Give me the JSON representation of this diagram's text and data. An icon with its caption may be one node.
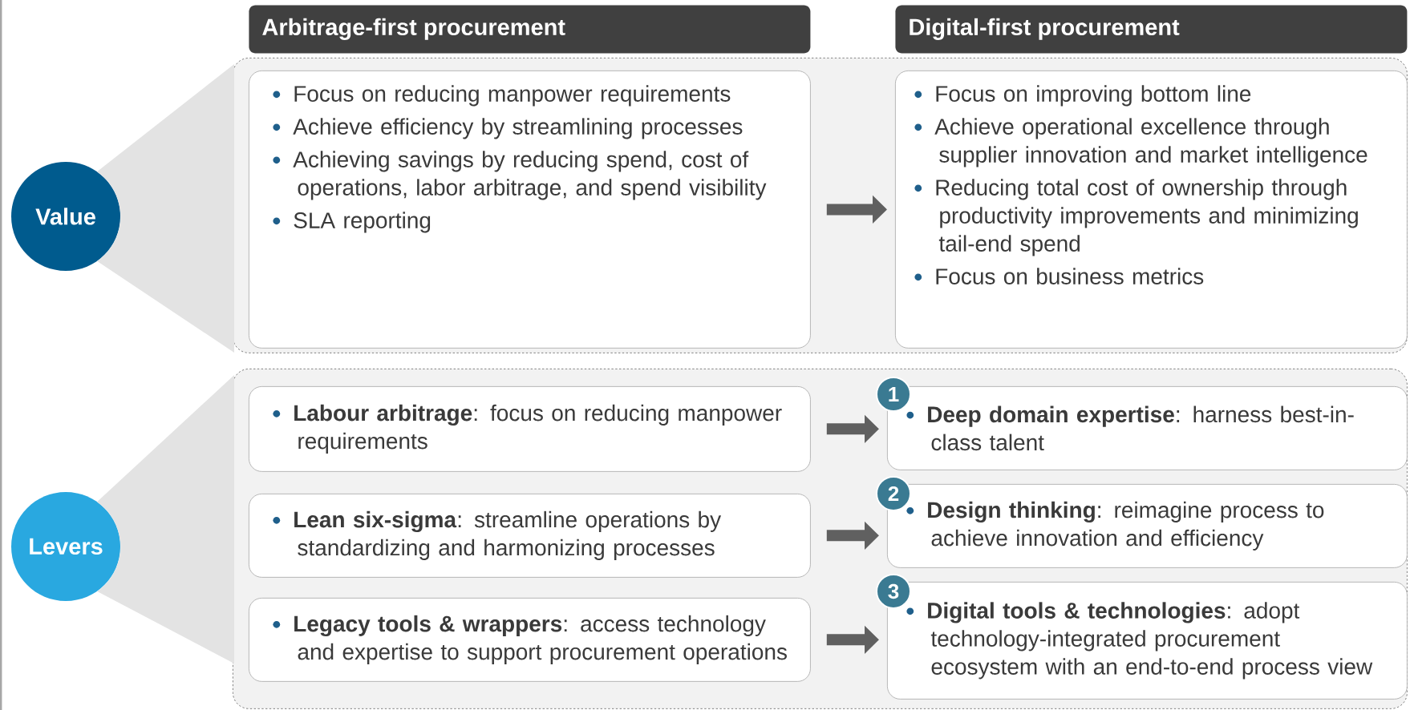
{
  "diagram": {
    "nodes": [
      {
        "text": [
          "Arbitrage-first procurement"
        ]
      },
      {
        "text": [
          "Digital-first procurement"
        ]
      },
      {
        "text": [
          "Value"
        ]
      },
      {
        "text": [],
        "shape": "box"
      },
      {
        "text": [
          "Focus on reducing manpower requirements",
          "Achieve efficiency by streamlining processes",
          "Achieving savings by reducing spend, cost of operations, labor arbitrage, and spend visibility",
          "SLA reporting"
        ],
        "in": 3
      },
      {
        "text": [
          "Focus on improving bottom line",
          "Achieve operational excellence through supplier innovation and market intelligence",
          "Reducing total cost of ownership through productivity improvements and minimizing tail-end spend",
          "Focus on business metrics"
        ],
        "in": 3
      },
      {
        "text": [
          "Levers"
        ]
      },
      {
        "text": [],
        "shape": "box"
      },
      {
        "text": [
          "**Labour arbitrage**: focus on reducing manpower requirements"
        ],
        "in": 7
      },
      {
        "text": [
          "1"
        ],
        "in": 7
      },
      {
        "text": [
          "**Deep domain expertise**: harness best-in-class talent"
        ],
        "in": 7
      },
      {
        "text": [
          "**Lean six-sigma**: streamline operations by standardizing and harmonizing processes"
        ],
        "in": 7
      },
      {
        "text": [
          "2"
        ],
        "in": 7
      },
      {
        "text": [
          "**Design thinking**: reimagine process to achieve innovation and efficiency"
        ],
        "in": 7
      },
      {
        "text": [
          "**Legacy tools & wrappers**: access technology and expertise to support procurement operations"
        ],
        "in": 7
      },
      {
        "text": [
          "3"
        ],
        "in": 7
      },
      {
        "text": [
          "**Digital tools & technologies**: adopt technology-integrated procurement ecosystem with an end-to-end process view"
        ],
        "in": 7
      }
    ],
    "edges": [
      {
        "from": 2,
        "to": 3,
        "arrow": "none"
      },
      {
        "from": 6,
        "to": 7,
        "arrow": "none"
      },
      {
        "from": 4,
        "to": 5,
        "arrow": "to"
      },
      {
        "from": 8,
        "to": 10,
        "arrow": "to"
      },
      {
        "from": 11,
        "to": 13,
        "arrow": "to"
      },
      {
        "from": 14,
        "to": 16,
        "arrow": "to"
      }
    ]
  }
}
